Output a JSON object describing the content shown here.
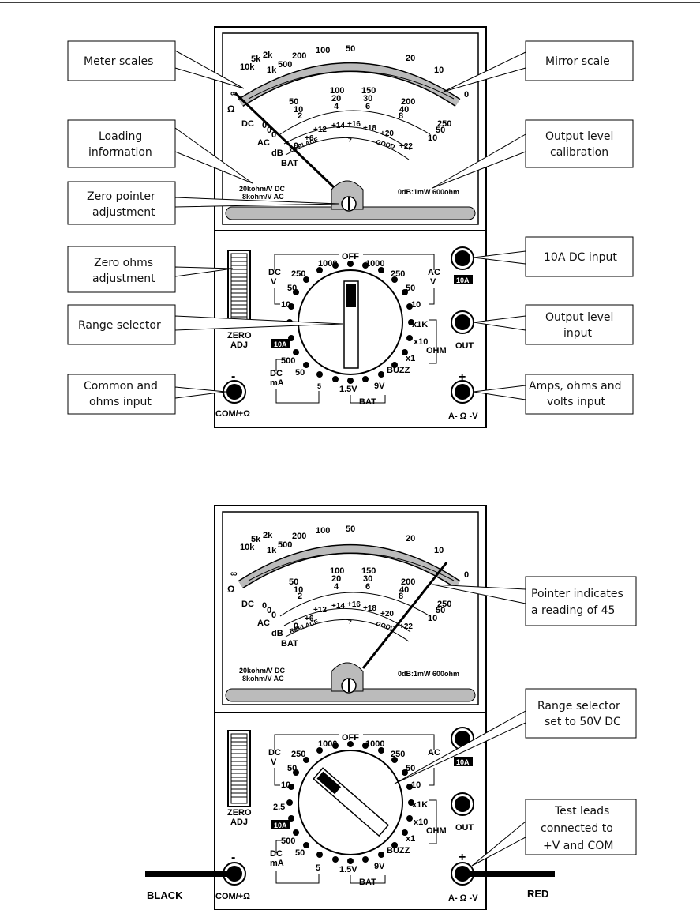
{
  "meter_top": {
    "callouts": {
      "meter_scales": "Meter scales",
      "mirror_scale": "Mirror scale",
      "loading_info_1": "Loading",
      "loading_info_2": "information",
      "output_cal_1": "Output level",
      "output_cal_2": "calibration",
      "zero_ptr_1": "Zero pointer",
      "zero_ptr_2": "adjustment",
      "zero_ohms_1": "Zero ohms",
      "zero_ohms_2": "adjustment",
      "range_sel": "Range selector",
      "common_1": "Common and",
      "common_2": "ohms input",
      "dc10a": "10A DC input",
      "outlevel_1": "Output level",
      "outlevel_2": "input",
      "amps_1": "Amps, ohms and",
      "amps_2": "volts input"
    },
    "info_left_1": "20kohm/V DC",
    "info_left_2": "8kohm/V AC",
    "info_right": "0dB:1mW 600ohm"
  },
  "meter_bottom": {
    "callouts": {
      "pointer_1": "Pointer indicates",
      "pointer_2": "a reading of 45",
      "range_1": "Range selector",
      "range_2": "set to 50V DC",
      "leads_1": "Test leads",
      "leads_2": "connected to",
      "leads_3": "+V and COM"
    },
    "black": "BLACK",
    "red": "RED"
  },
  "scale": {
    "ohm_labels": [
      "5k",
      "2k",
      "200",
      "100",
      "50",
      "20",
      "10",
      "10k",
      "1k",
      "500"
    ],
    "inf": "∞",
    "ohm": "Ω",
    "zero": "0",
    "dc_labels": [
      "100",
      "150",
      "200",
      "250",
      "50"
    ],
    "dc_labels2": [
      "20",
      "30",
      "40",
      "50",
      "10"
    ],
    "dc_labels3": [
      "4",
      "6",
      "8",
      "10",
      "2"
    ],
    "db_labels": [
      "+6",
      "+12",
      "+14",
      "+16",
      "+18",
      "+20",
      "+22"
    ],
    "bat_labels": [
      "REPLACE",
      "?",
      "GOOD"
    ],
    "row_names": [
      "DC",
      "AC",
      "dB",
      "BAT"
    ],
    "zeros": [
      "0",
      "0",
      "0",
      "0"
    ]
  },
  "dial": {
    "off": "OFF",
    "dcv": [
      "DC",
      "V"
    ],
    "acv": [
      "AC",
      "V"
    ],
    "dcv_ranges": [
      "1000",
      "250",
      "50",
      "10"
    ],
    "acv_ranges": [
      "1000",
      "250",
      "50",
      "10"
    ],
    "ohm_ranges": [
      "x1K",
      "x10",
      "x1"
    ],
    "ohm": "OHM",
    "buzz": "BUZZ",
    "bat": "BAT",
    "bat_ranges": [
      "1.5V",
      "9V"
    ],
    "dcma": [
      "DC",
      "mA"
    ],
    "ma_ranges": [
      "500",
      "50",
      "5"
    ],
    "zero_adj": [
      "ZERO",
      "ADJ"
    ],
    "tenA": "10A",
    "tenA2": "10A",
    "out": "OUT",
    "com": "COM/+Ω",
    "pos": "A- Ω -V",
    "minus": "-",
    "plus": "+",
    "two_five": "2.5"
  }
}
